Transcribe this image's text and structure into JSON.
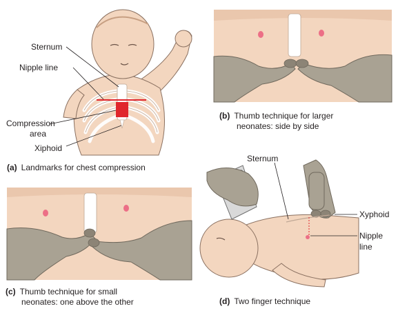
{
  "colors": {
    "skin": "#f3d6bf",
    "skin_shadow": "#e2b79b",
    "glove": "#a9a293",
    "glove_dark": "#8c8476",
    "rib": "#ffffff",
    "compression": "#e0262c",
    "nipple": "#ec6f86",
    "text": "#231f20"
  },
  "panel_a": {
    "labels": {
      "sternum": "Sternum",
      "nipple_line": "Nipple line",
      "compression_1": "Compression",
      "compression_2": "area",
      "xiphoid": "Xiphoid"
    },
    "caption_letter": "(a)",
    "caption_text": "Landmarks for chest compression"
  },
  "panel_b": {
    "caption_letter": "(b)",
    "caption_line1": "Thumb technique for larger",
    "caption_line2": "neonates: side by side"
  },
  "panel_c": {
    "caption_letter": "(c)",
    "caption_line1": "Thumb technique for small",
    "caption_line2": "neonates: one above the other"
  },
  "panel_d": {
    "labels": {
      "sternum": "Sternum",
      "xyphoid": "Xyphoid",
      "nipple_1": "Nipple",
      "nipple_2": "line"
    },
    "caption_letter": "(d)",
    "caption_text": "Two finger technique"
  }
}
